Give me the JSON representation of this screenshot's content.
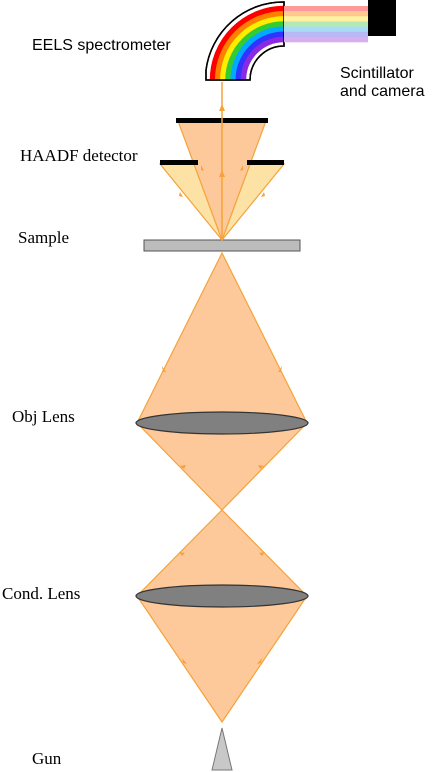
{
  "labels": {
    "eels": "EELS spectrometer",
    "scint_line1": "Scintillator",
    "scint_line2": "and camera",
    "haadf": "HAADF detector",
    "sample": "Sample",
    "obj_lens": "Obj Lens",
    "cond_lens": "Cond. Lens",
    "gun": "Gun"
  },
  "colors": {
    "beam_fill": "#fdc99a",
    "beam_stroke": "#f5a23a",
    "haadf_fill": "#fde2a6",
    "lens_fill": "#808080",
    "sample_fill": "#bcbcbc",
    "detector": "#000000",
    "spectrum": [
      "#ff0000",
      "#ff8000",
      "#ffee00",
      "#33cc33",
      "#00aaff",
      "#3333ff",
      "#8a2be2"
    ],
    "spectrum_pastel": [
      "#ff9a9a",
      "#ffc890",
      "#fff3a0",
      "#b5e8b5",
      "#a8dcf5",
      "#b8b8f5",
      "#d6b0ee"
    ]
  }
}
